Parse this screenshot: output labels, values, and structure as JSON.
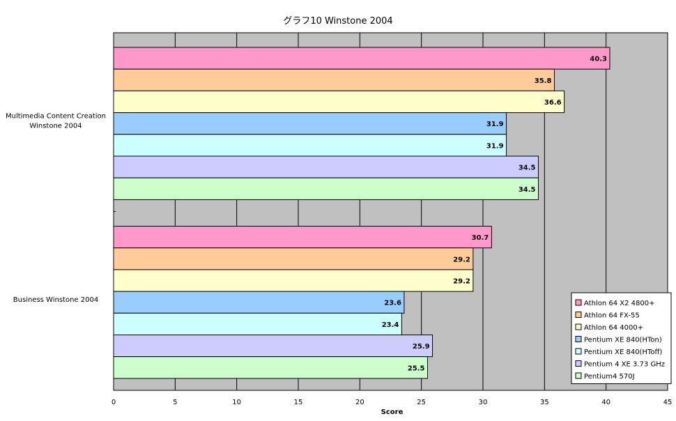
{
  "chart_data": {
    "type": "bar",
    "orientation": "horizontal",
    "title": "グラフ10  Winstone 2004",
    "xlabel": "Score",
    "ylabel": "",
    "xlim": [
      0,
      45
    ],
    "xticks": [
      0,
      5,
      10,
      15,
      20,
      25,
      30,
      35,
      40,
      45
    ],
    "grid": true,
    "legend_position": "bottom-right",
    "categories": [
      "Multimedia Content Creation\nWinstone 2004",
      "Business Winstone 2004"
    ],
    "series": [
      {
        "name": "Athlon 64 X2 4800+",
        "color": "#ff99cc",
        "values": [
          40.3,
          30.7
        ]
      },
      {
        "name": "Athlon 64 FX-55",
        "color": "#ffcc99",
        "values": [
          35.8,
          29.2
        ]
      },
      {
        "name": "Athlon 64 4000+",
        "color": "#ffffcc",
        "values": [
          36.6,
          29.2
        ]
      },
      {
        "name": "Pentium XE 840(HTon)",
        "color": "#99ccff",
        "values": [
          31.9,
          23.6
        ]
      },
      {
        "name": "Pentium XE 840(HToff)",
        "color": "#ccffff",
        "values": [
          31.9,
          23.4
        ]
      },
      {
        "name": "Pentium 4 XE 3.73 GHz",
        "color": "#ccccff",
        "values": [
          34.5,
          25.9
        ]
      },
      {
        "name": "Pentium4 570J",
        "color": "#ccffcc",
        "values": [
          34.5,
          25.5
        ]
      }
    ],
    "plot_background": "#c0c0c0"
  }
}
